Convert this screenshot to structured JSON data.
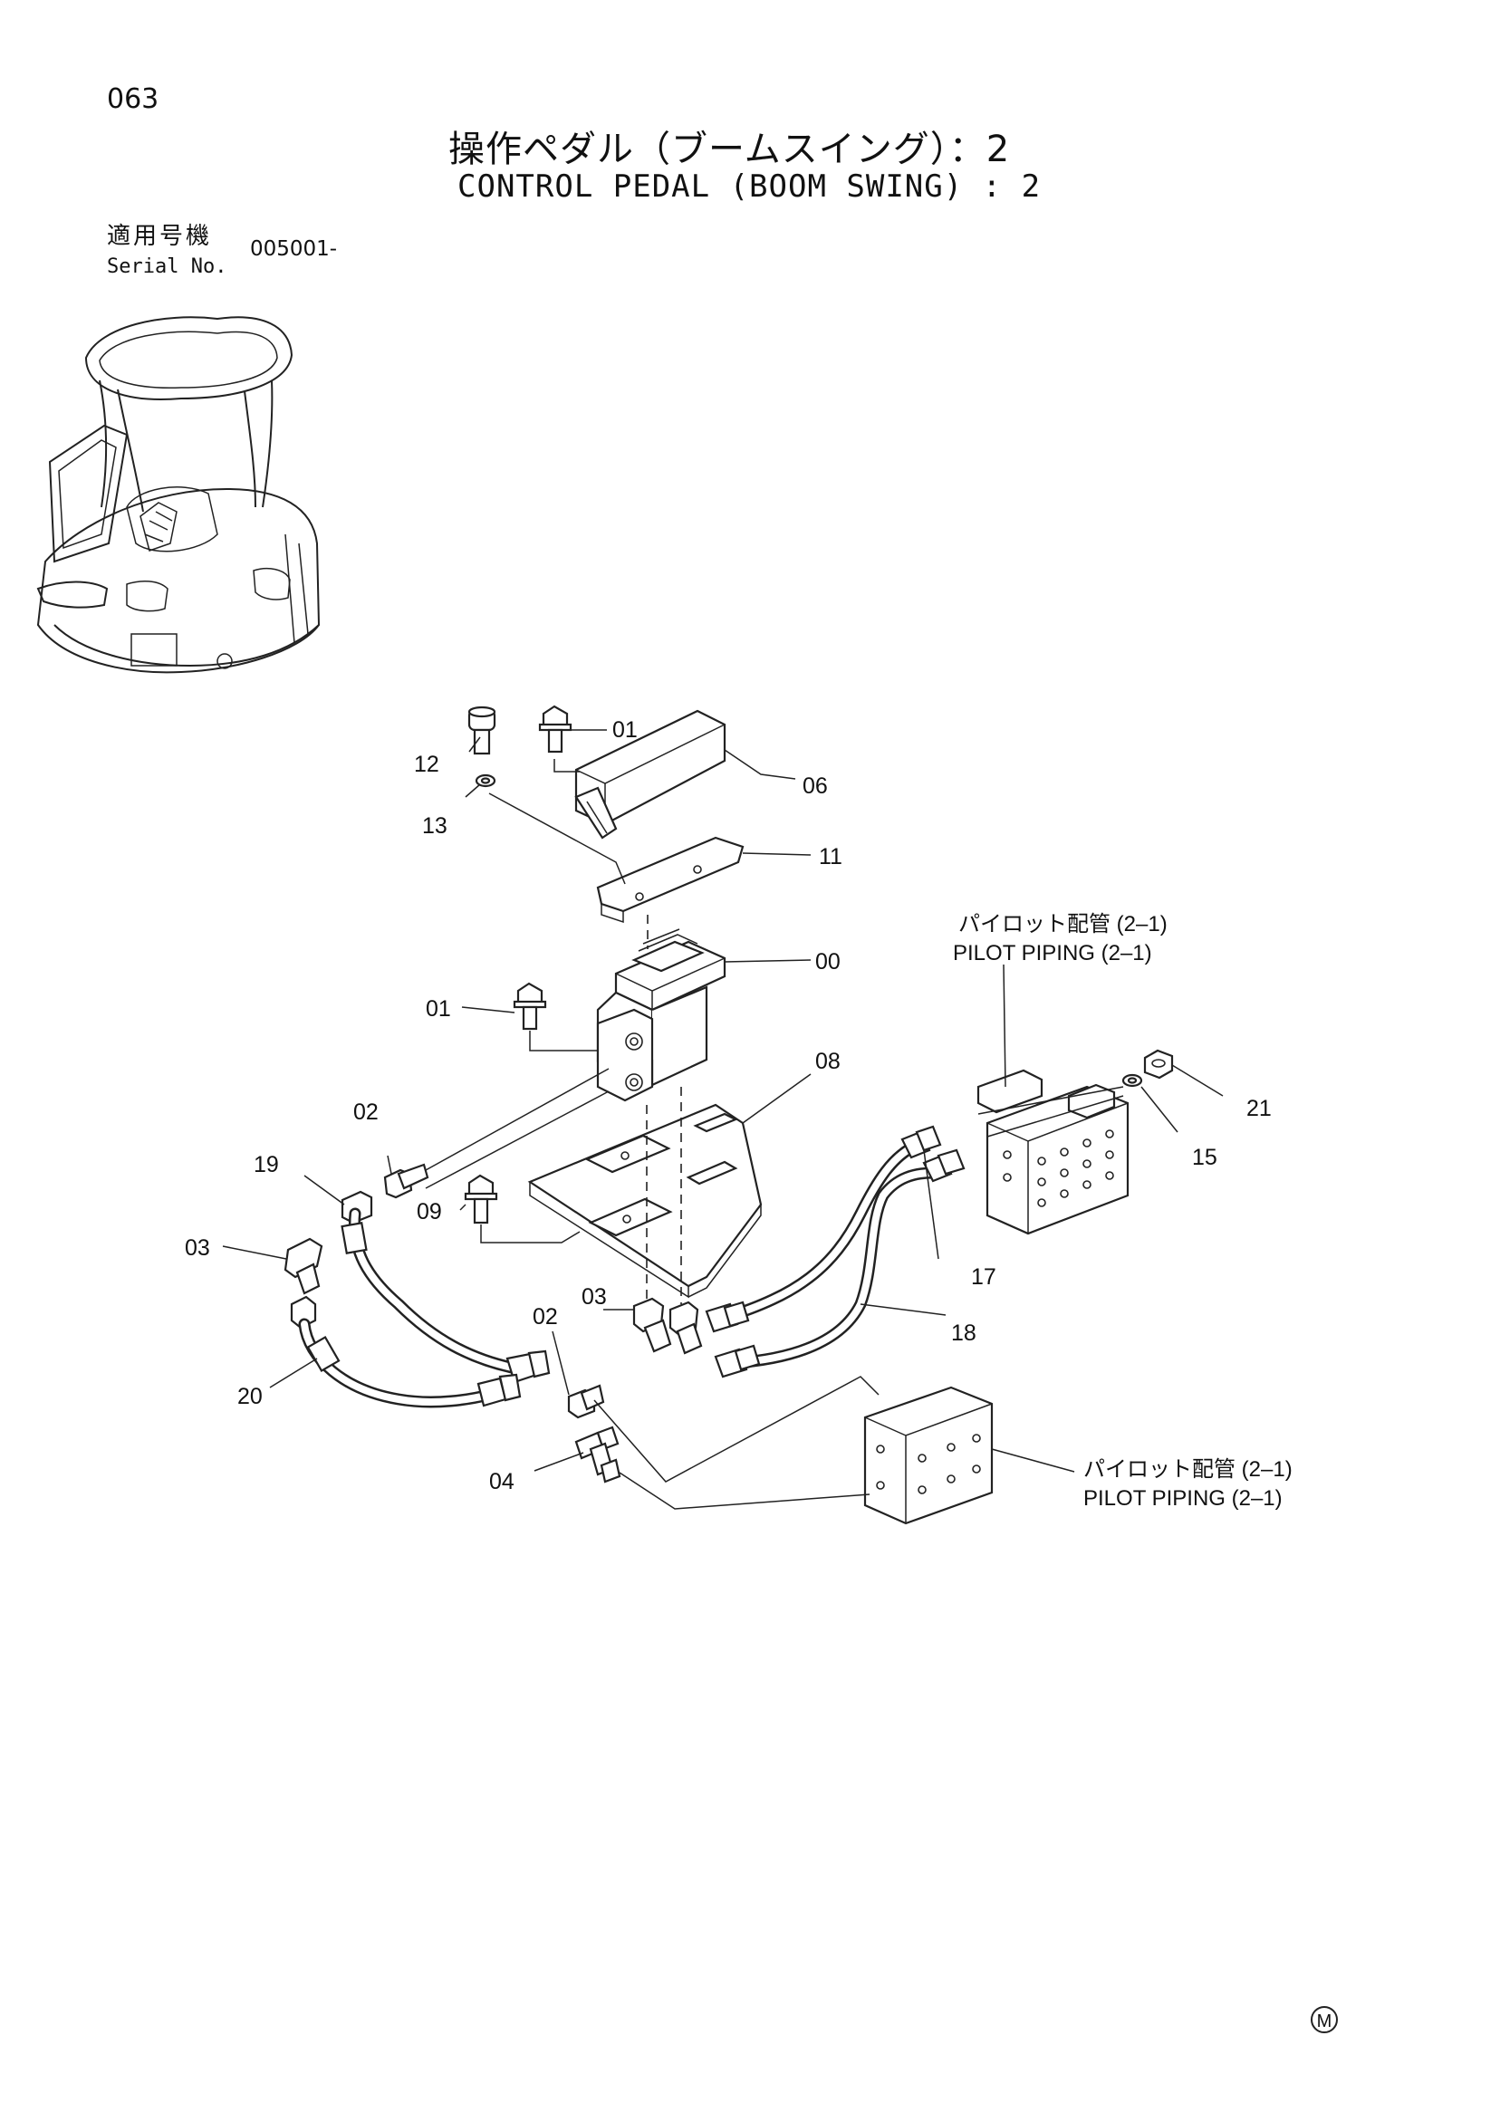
{
  "page_number": "063",
  "title_jp": "操作ペダル（ブームスイング）：2",
  "title_en": "CONTROL PEDAL (BOOM SWING) : 2",
  "serial": {
    "label_jp": "適用号機",
    "label_en": "Serial No.",
    "value": "005001-"
  },
  "callouts": {
    "c00": "00",
    "c01a": "01",
    "c01b": "01",
    "c02a": "02",
    "c02b": "02",
    "c03a": "03",
    "c03b": "03",
    "c04": "04",
    "c06": "06",
    "c08": "08",
    "c09": "09",
    "c11": "11",
    "c12": "12",
    "c13": "13",
    "c15": "15",
    "c17": "17",
    "c18": "18",
    "c19": "19",
    "c20": "20",
    "c21": "21"
  },
  "references": {
    "pilot_top_jp": "パイロット配管 (2–1)",
    "pilot_top_en": "PILOT PIPING (2–1)",
    "pilot_bottom_jp": "パイロット配管 (2–1)",
    "pilot_bottom_en": "PILOT PIPING (2–1)"
  },
  "corner_mark": "M"
}
